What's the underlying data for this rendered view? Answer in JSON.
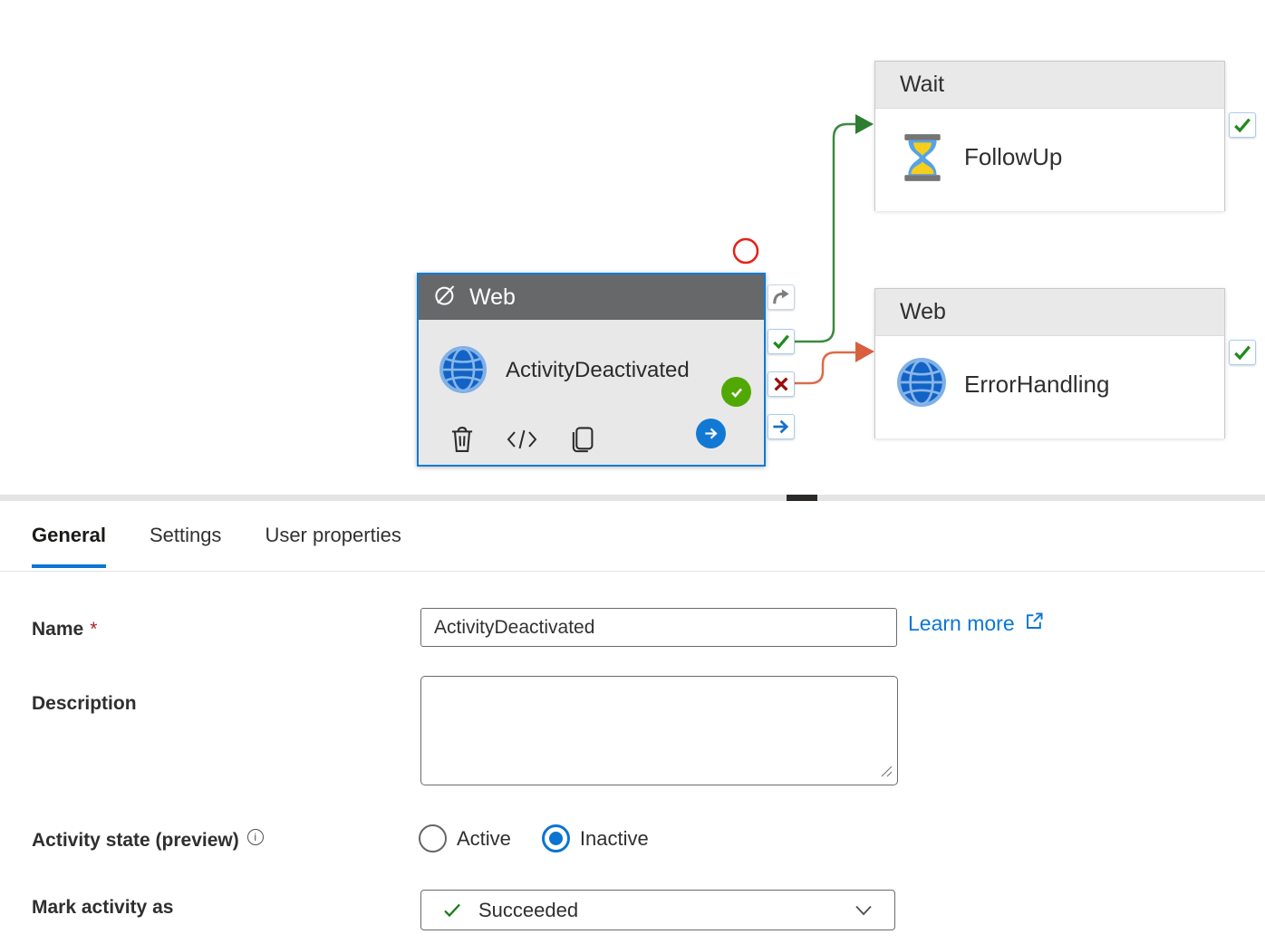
{
  "canvas": {
    "main_node": {
      "type_label": "Web",
      "name": "ActivityDeactivated",
      "state": "deactivated",
      "status_badge": "succeeded"
    },
    "wait_node": {
      "type_label": "Wait",
      "name": "FollowUp"
    },
    "error_node": {
      "type_label": "Web",
      "name": "ErrorHandling"
    },
    "ports": {
      "skip": "skip-curved-arrow",
      "success": "green-check",
      "failure": "red-x",
      "completion": "blue-arrow"
    },
    "edges": [
      {
        "from": "success",
        "to": "FollowUp",
        "color": "#3c8a3e"
      },
      {
        "from": "failure",
        "to": "ErrorHandling",
        "color": "#dd6a4a"
      }
    ]
  },
  "panel": {
    "tabs": [
      {
        "label": "General"
      },
      {
        "label": "Settings"
      },
      {
        "label": "User properties"
      }
    ],
    "active_tab": "General",
    "fields": {
      "name": {
        "label": "Name",
        "required": "*",
        "value": "ActivityDeactivated"
      },
      "learn_more": {
        "label": "Learn more"
      },
      "description": {
        "label": "Description",
        "value": ""
      },
      "activity_state": {
        "label": "Activity state (preview)",
        "options": [
          {
            "label": "Active",
            "selected": false
          },
          {
            "label": "Inactive",
            "selected": true
          }
        ]
      },
      "mark_activity_as": {
        "label": "Mark activity as",
        "value": "Succeeded"
      }
    }
  },
  "colors": {
    "accent": "#0b76d7",
    "selected_node_border": "#0c7bd8",
    "success_edge": "#3c8a3e",
    "failure_edge": "#dd6a4a",
    "succeeded_badge": "#52a802",
    "error_marker": "#e62117"
  }
}
